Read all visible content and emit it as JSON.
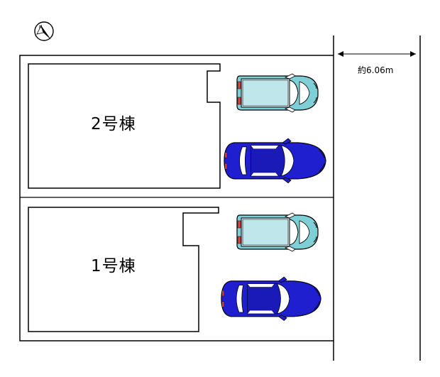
{
  "compass": {
    "letter": "N",
    "icon": "north-arrow-icon"
  },
  "dimension": {
    "road_width_label": "約6.06m"
  },
  "buildings": [
    {
      "label": "2号棟"
    },
    {
      "label": "1号棟"
    }
  ],
  "parking": {
    "lot_2": [
      {
        "icon": "compact-car-icon",
        "color": "#7fd0d6"
      },
      {
        "icon": "sedan-car-icon",
        "color": "#1f1fd0"
      }
    ],
    "lot_1": [
      {
        "icon": "compact-car-icon",
        "color": "#7fd0d6"
      },
      {
        "icon": "sedan-car-icon",
        "color": "#1f1fd0"
      }
    ]
  },
  "colors": {
    "line": "#000000",
    "compact_body": "#7fd0d6",
    "compact_glass": "#e8f4f6",
    "sedan_body": "#1f1fd0",
    "sedan_glass": "#ffffff"
  }
}
